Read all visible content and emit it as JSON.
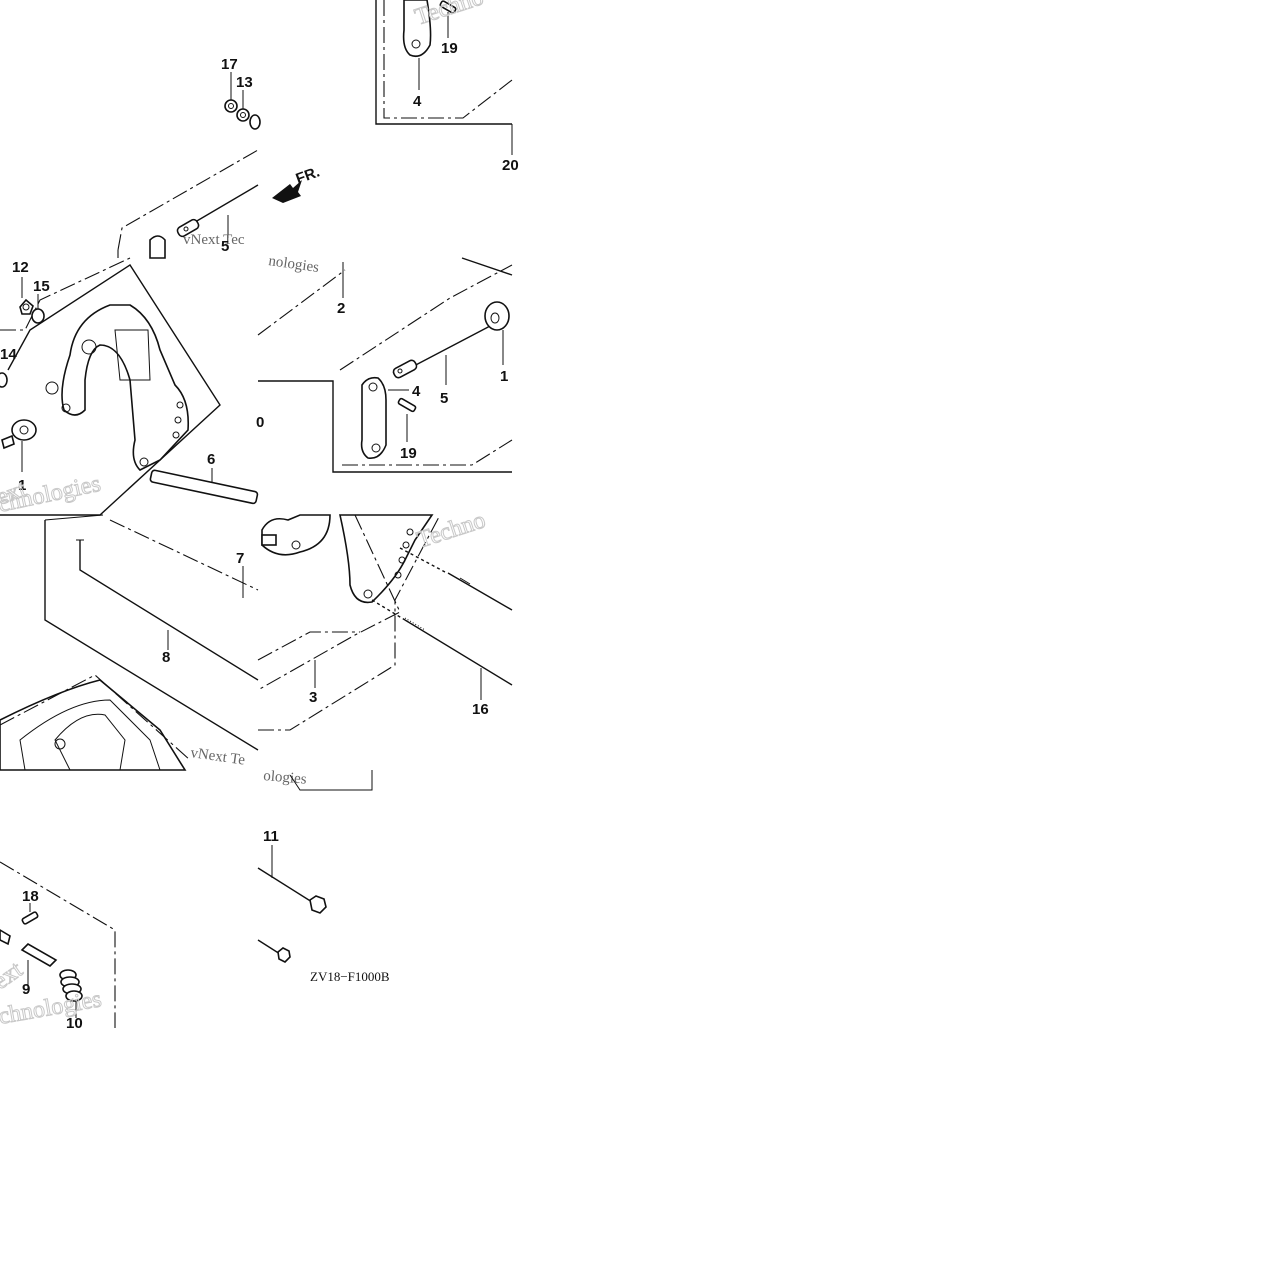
{
  "diagram": {
    "callouts": [
      "17",
      "13",
      "12",
      "15",
      "14",
      "1",
      "5",
      "2",
      "4",
      "19",
      "6",
      "7",
      "8",
      "3",
      "16",
      "11",
      "18",
      "9",
      "10",
      "20"
    ],
    "direction_marker": "FR.",
    "drawing_code": "ZV18−F1000B",
    "watermark": {
      "brand": "vNext Technologies",
      "fragments": [
        "Techno",
        "vNext Tec",
        "nologies",
        "Techno"
      ]
    }
  }
}
